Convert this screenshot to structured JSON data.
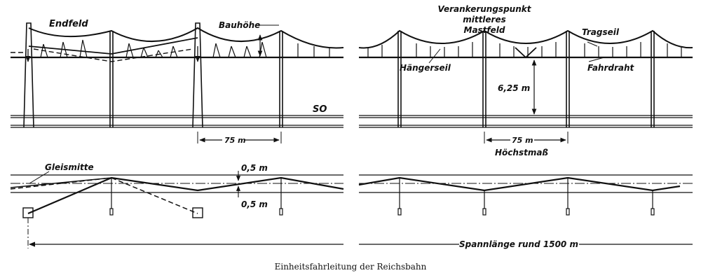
{
  "labels": {
    "endfeld": "Endfeld",
    "bauhoehe": "Bauhöhe",
    "so": "SO",
    "span_left": "75 m",
    "verankerung_1": "Verankerungspunkt",
    "verankerung_2": "mittleres",
    "verankerung_3": "Mastfeld",
    "tragseil": "Tragseil",
    "haengerseil": "Hängerseil",
    "fahrdraht": "Fahrdraht",
    "hoehe": "6,25 m",
    "span_right": "75 m",
    "hoechstmass": "Höchstmaß",
    "gleismitte": "Gleismitte",
    "offset_top": "0,5 m",
    "offset_bottom": "0,5 m",
    "spannlaenge": "Spannlänge rund 1500 m"
  },
  "caption": "Einheitsfahrleitung der Reichsbahn",
  "colors": {
    "ink": "#111111",
    "background": "#ffffff"
  }
}
